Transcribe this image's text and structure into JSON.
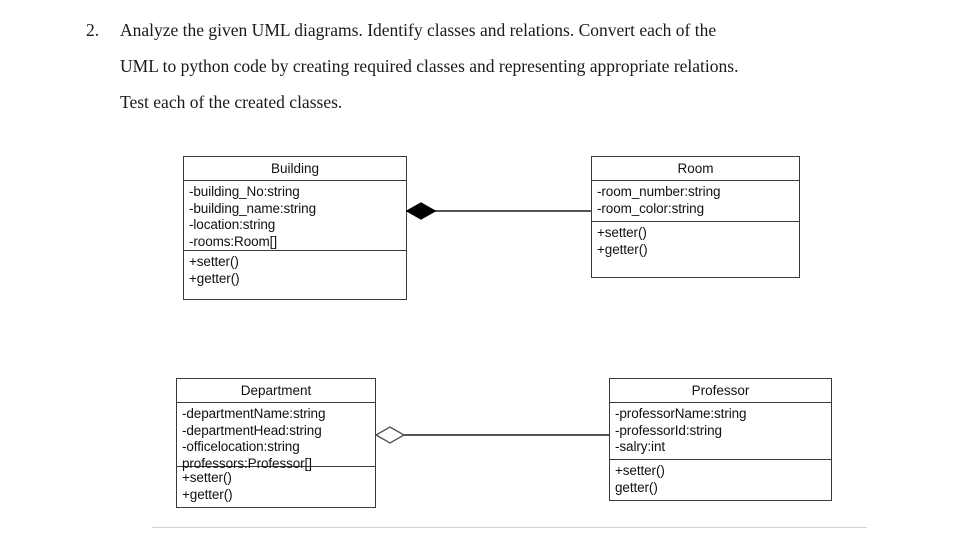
{
  "question": {
    "number": "2.",
    "line1": "Analyze the given UML diagrams. Identify classes and relations. Convert each of the",
    "line2": "UML to python code by creating required classes and representing appropriate relations.",
    "line3": "Test each of the created classes."
  },
  "diagram": {
    "classes": [
      {
        "id": "building",
        "name": "Building",
        "attributes": [
          "-building_No:string",
          "-building_name:string",
          "-location:string",
          "-rooms:Room[]"
        ],
        "methods": [
          "+setter()",
          "+getter()"
        ]
      },
      {
        "id": "room",
        "name": "Room",
        "attributes": [
          "-room_number:string",
          "-room_color:string"
        ],
        "methods": [
          "+setter()",
          "+getter()"
        ]
      },
      {
        "id": "department",
        "name": "Department",
        "attributes": [
          "-departmentName:string",
          "-departmentHead:string",
          "-officelocation:string",
          "professors:Professor[]"
        ],
        "methods": [
          "+setter()",
          "+getter()"
        ]
      },
      {
        "id": "professor",
        "name": "Professor",
        "attributes": [
          "-professorName:string",
          "-professorId:string",
          "-salry:int"
        ],
        "methods": [
          "+setter()",
          "getter()"
        ]
      }
    ],
    "relations": [
      {
        "id": "building-room",
        "type": "composition",
        "marker": "filled-diamond",
        "from": "Building",
        "to": "Room"
      },
      {
        "id": "department-professor",
        "type": "aggregation",
        "marker": "hollow-diamond",
        "from": "Department",
        "to": "Professor"
      }
    ],
    "colors": {
      "box_border": "#3a3a3a",
      "line": "#555555",
      "filled_diamond": "#000000",
      "hollow_diamond_fill": "#ffffff",
      "text": "#111111",
      "rule": "#d2d2d2"
    }
  }
}
